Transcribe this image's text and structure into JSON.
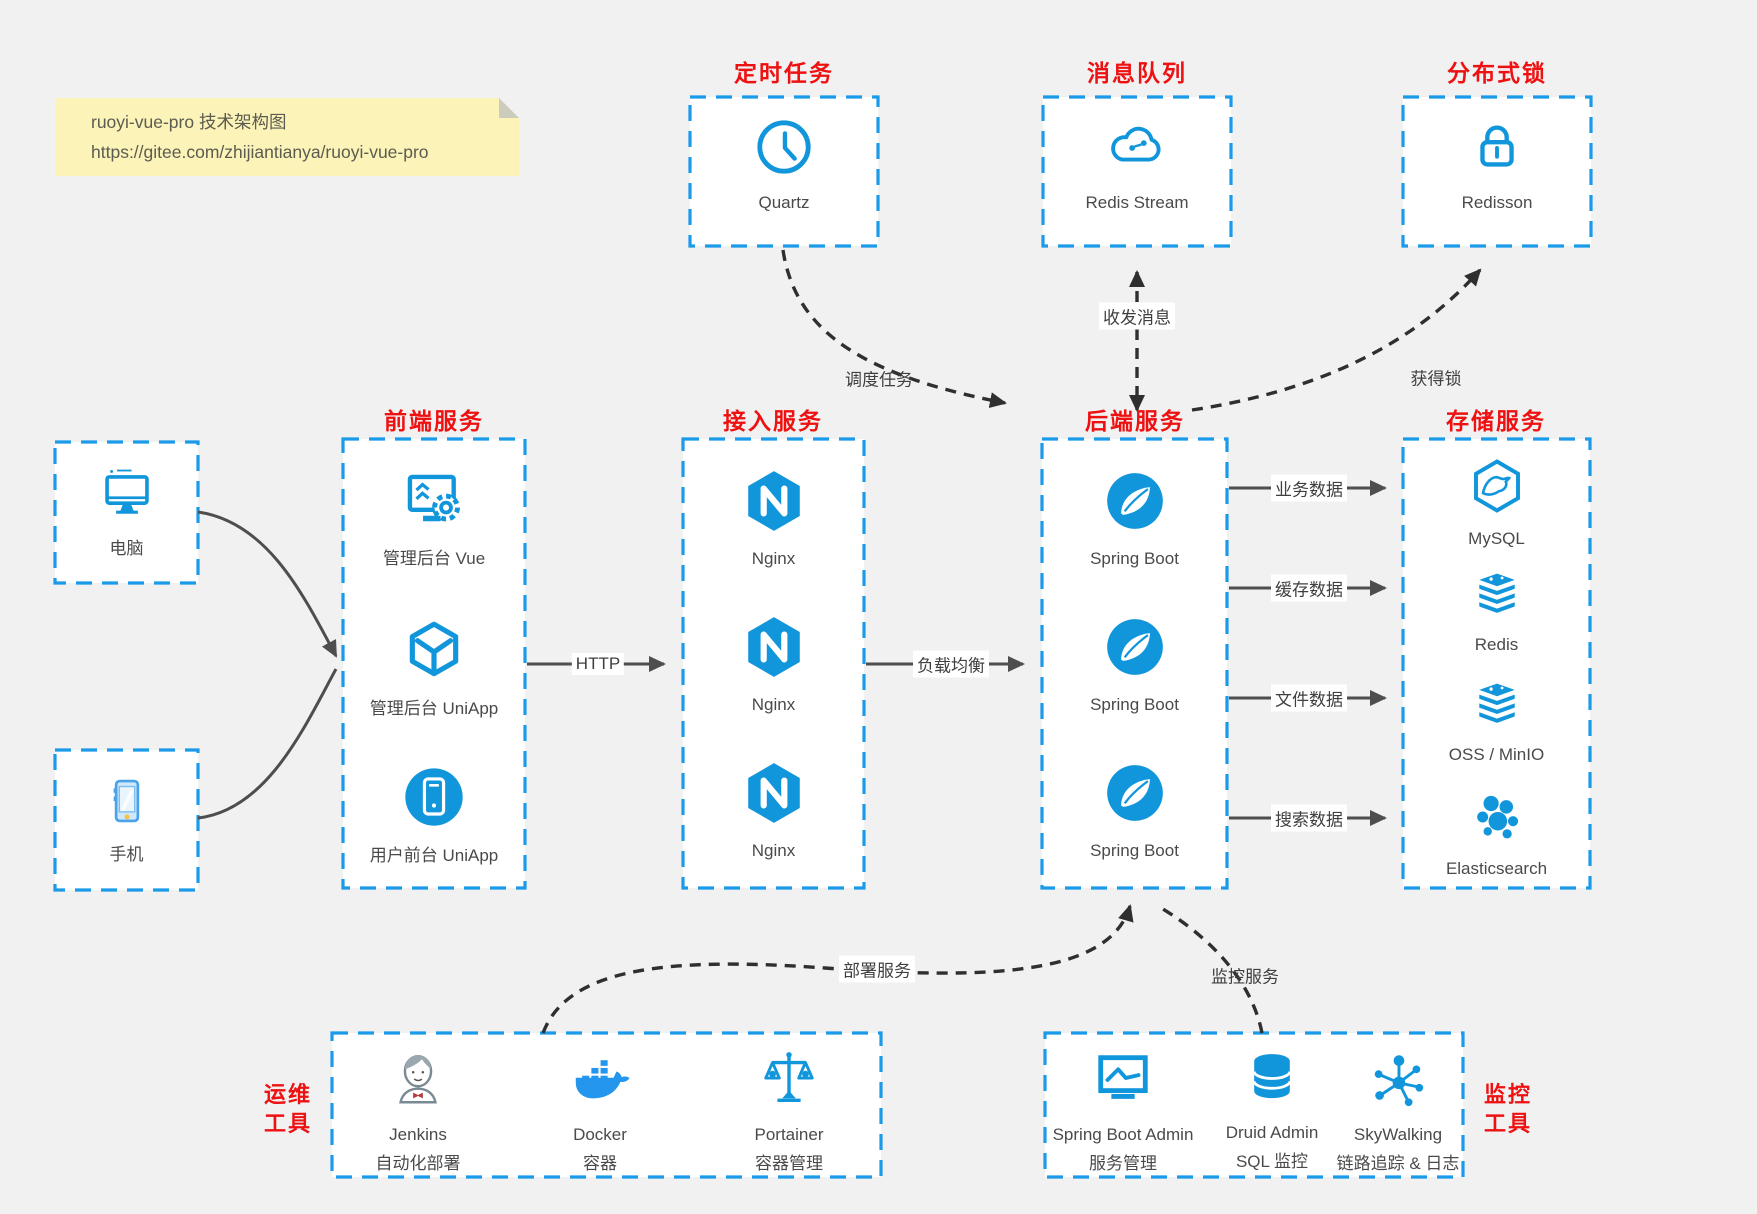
{
  "note": {
    "line1": "ruoyi-vue-pro 技术架构图",
    "line2": "https://gitee.com/zhijiantianya/ruoyi-vue-pro"
  },
  "palette": {
    "accent_blue": "#1b9ae9",
    "icon_blue": "#1296db",
    "title_red": "#ee1111",
    "note_yellow": "#fbf3b8",
    "background": "#f1f1f2"
  },
  "top_row": [
    {
      "title": "定时任务",
      "icon": "clock-icon",
      "label": "Quartz"
    },
    {
      "title": "消息队列",
      "icon": "cloud-mq-icon",
      "label": "Redis Stream"
    },
    {
      "title": "分布式锁",
      "icon": "lock-icon",
      "label": "Redisson"
    }
  ],
  "clients": [
    {
      "icon": "computer-icon",
      "label": "电脑"
    },
    {
      "icon": "phone-icon",
      "label": "手机"
    }
  ],
  "columns": {
    "frontend": {
      "title": "前端服务",
      "items": [
        {
          "icon": "admin-vue-icon",
          "label": "管理后台 Vue"
        },
        {
          "icon": "uniapp-cube-icon",
          "label": "管理后台 UniApp"
        },
        {
          "icon": "mobile-app-icon",
          "label": "用户前台 UniApp"
        }
      ]
    },
    "gateway": {
      "title": "接入服务",
      "items": [
        {
          "icon": "nginx-icon",
          "label": "Nginx"
        },
        {
          "icon": "nginx-icon",
          "label": "Nginx"
        },
        {
          "icon": "nginx-icon",
          "label": "Nginx"
        }
      ]
    },
    "backend": {
      "title": "后端服务",
      "items": [
        {
          "icon": "spring-icon",
          "label": "Spring Boot"
        },
        {
          "icon": "spring-icon",
          "label": "Spring Boot"
        },
        {
          "icon": "spring-icon",
          "label": "Spring Boot"
        }
      ]
    },
    "storage": {
      "title": "存储服务",
      "items": [
        {
          "icon": "mysql-icon",
          "label": "MySQL"
        },
        {
          "icon": "redis-stack-icon",
          "label": "Redis"
        },
        {
          "icon": "oss-stack-icon",
          "label": "OSS / MinIO"
        },
        {
          "icon": "elasticsearch-icon",
          "label": "Elasticsearch"
        }
      ]
    }
  },
  "ops_tools": {
    "side_line1": "运维",
    "side_line2": "工具",
    "items": [
      {
        "icon": "jenkins-icon",
        "label": "Jenkins",
        "sublabel": "自动化部署"
      },
      {
        "icon": "docker-icon",
        "label": "Docker",
        "sublabel": "容器"
      },
      {
        "icon": "portainer-icon",
        "label": "Portainer",
        "sublabel": "容器管理"
      }
    ]
  },
  "monitor_tools": {
    "side_line1": "监控",
    "side_line2": "工具",
    "items": [
      {
        "icon": "sba-icon",
        "label": "Spring Boot Admin",
        "sublabel": "服务管理"
      },
      {
        "icon": "druid-icon",
        "label": "Druid Admin",
        "sublabel": "SQL 监控"
      },
      {
        "icon": "skywalking-icon",
        "label": "SkyWalking",
        "sublabel": "链路追踪 & 日志"
      }
    ]
  },
  "edges": {
    "http": "HTTP",
    "load_balance": "负载均衡",
    "schedule": "调度任务",
    "mq": "收发消息",
    "lock": "获得锁",
    "business": "业务数据",
    "cache": "缓存数据",
    "file": "文件数据",
    "search": "搜索数据",
    "deploy": "部署服务",
    "monitor": "监控服务"
  }
}
